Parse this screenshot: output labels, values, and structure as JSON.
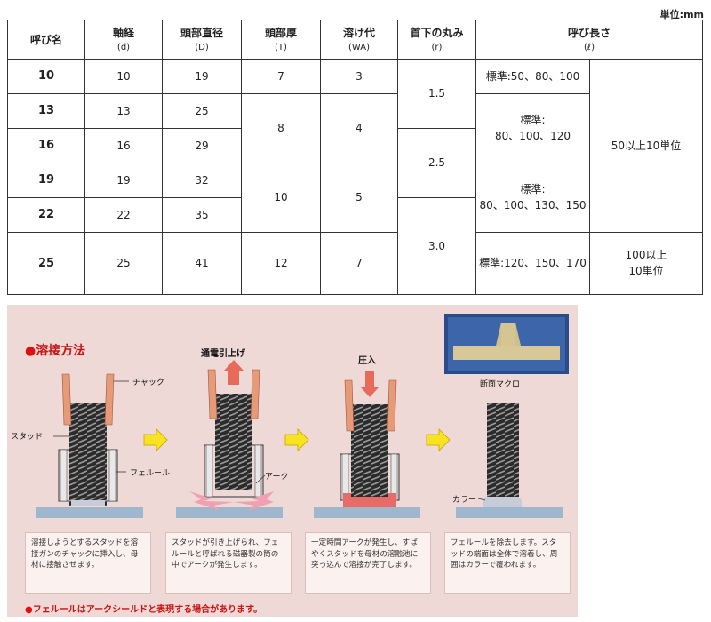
{
  "unit_label": "単位:mm",
  "table": {
    "headers": [
      {
        "label": "呼び名",
        "sub": ""
      },
      {
        "label": "軸経",
        "sub": "(d)"
      },
      {
        "label": "頭部直径",
        "sub": "(D)"
      },
      {
        "label": "頭部厚",
        "sub": "(T)"
      },
      {
        "label": "溶け代",
        "sub": "(WA)"
      },
      {
        "label": "首下の丸み",
        "sub": "(r)"
      },
      {
        "label": "呼び長さ",
        "sub": "(ℓ)"
      }
    ],
    "rows": [
      {
        "name": "10",
        "d": "10",
        "D": "19"
      },
      {
        "name": "13",
        "d": "13",
        "D": "25"
      },
      {
        "name": "16",
        "d": "16",
        "D": "29"
      },
      {
        "name": "19",
        "d": "19",
        "D": "32"
      },
      {
        "name": "22",
        "d": "22",
        "D": "35"
      },
      {
        "name": "25",
        "d": "25",
        "D": "41"
      }
    ],
    "T": [
      "7",
      "8",
      "10",
      "12"
    ],
    "WA": [
      "3",
      "4",
      "5",
      "7"
    ],
    "r": [
      "1.5",
      "2.5",
      "3.0"
    ],
    "lengths": [
      "標準:50、80、100",
      "標準:",
      "80、100、120",
      "標準:",
      "80、100、130、150",
      "標準:120、150、170"
    ],
    "units": [
      "50以上10単位",
      "100以上",
      "10単位"
    ]
  },
  "method": {
    "title": "溶接方法",
    "labels": {
      "chuck": "チャック",
      "stud": "スタッド",
      "ferrule": "フェルール",
      "arc": "アーク",
      "lift": "通電引上げ",
      "press": "圧入",
      "collar": "カラー",
      "macro": "断面マクロ"
    },
    "steps": [
      "溶接しようとするスタッドを溶接ガンのチャックに挿入し、母材に接触させます。",
      "スタッドが引き上げられ、フェルールと呼ばれる磁器製の筒の中でアークが発生します。",
      "一定時間アークが発生し、すばやくスタッドを母材の溶融池に突っ込んで溶接が完了します。",
      "フェルールを除去します。スタッドの端面は全体で溶着し、周囲はカラーで覆われます。"
    ],
    "note": "フェルールはアークシールドと表現する場合があります。"
  }
}
